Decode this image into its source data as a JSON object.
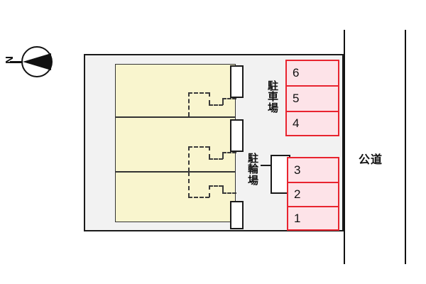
{
  "compass": {
    "direction_label": "N",
    "icon": "compass-north-arrow"
  },
  "site": {
    "buildings": [
      {
        "name": "building-block-upper"
      },
      {
        "name": "building-block-middle"
      },
      {
        "name": "building-block-lower"
      }
    ],
    "balconies": [
      {
        "name": "balcony-upper"
      },
      {
        "name": "balcony-middle"
      },
      {
        "name": "balcony-lower"
      }
    ]
  },
  "parking": {
    "label": "駐車場",
    "label_chars": [
      "駐",
      "車",
      "場"
    ],
    "upper_group": {
      "stalls": [
        {
          "number": "6"
        },
        {
          "number": "5"
        },
        {
          "number": "4"
        }
      ]
    },
    "lower_group": {
      "stalls": [
        {
          "number": "3"
        },
        {
          "number": "2"
        },
        {
          "number": "1"
        }
      ]
    }
  },
  "bicycle_parking": {
    "label": "駐輪場",
    "label_chars": [
      "駐",
      "輪",
      "場"
    ]
  },
  "road": {
    "label": "公道"
  },
  "colors": {
    "building_fill": "#f9f5ce",
    "site_fill": "#f2f2f2",
    "stall_fill": "#fde3e8",
    "stall_border": "#e8242f",
    "outline": "#1a1a1a"
  }
}
